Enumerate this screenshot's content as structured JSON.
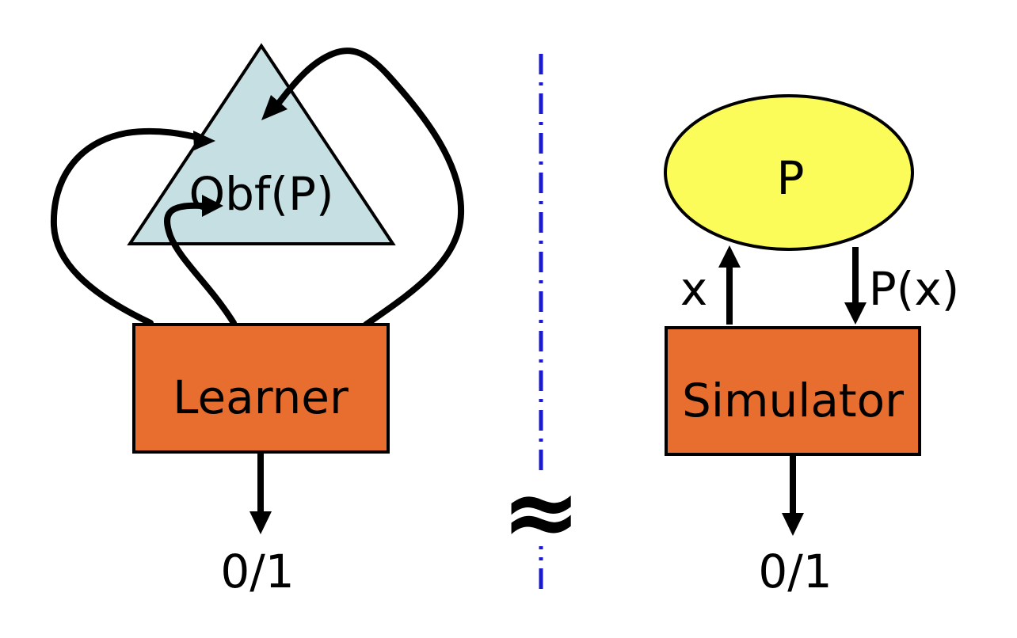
{
  "left": {
    "triangle_label": "Obf(P)",
    "box_label": "Learner",
    "output_label": "0/1"
  },
  "divider": {
    "symbol": "≈"
  },
  "right": {
    "ellipse_label": "P",
    "query_label": "x",
    "answer_label": "P(x)",
    "box_label": "Simulator",
    "output_label": "0/1"
  },
  "colors": {
    "triangle_fill": "#c6dfe2",
    "box_fill": "#e76e2e",
    "ellipse_fill": "#fbfb5a",
    "divider_color": "#1a1ad0",
    "stroke": "#000000"
  }
}
